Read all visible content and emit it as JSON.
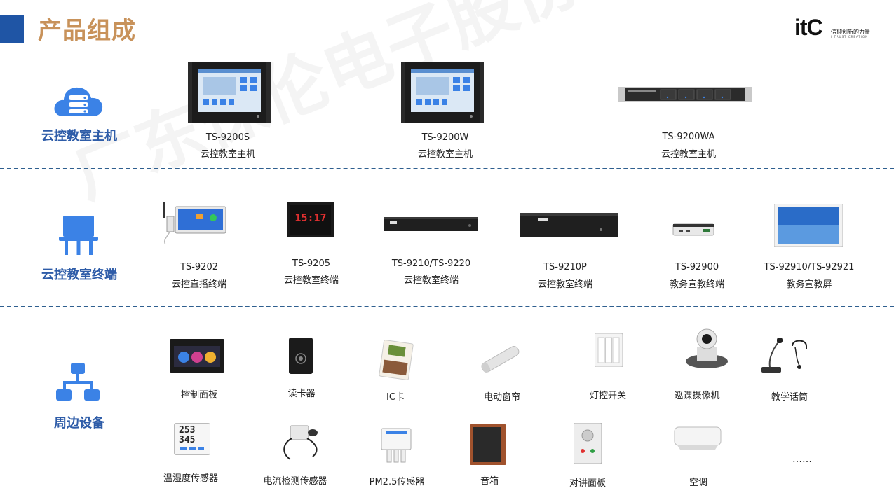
{
  "header": {
    "title": "产品组成",
    "logo_mark": "itC",
    "logo_tagline": "信仰创新的力量",
    "logo_sub": "I TRUST CREATION"
  },
  "watermark": "广东保伦电子股份有限公司",
  "colors": {
    "accent_blue": "#1f55a5",
    "title_gold": "#c8925a",
    "label_blue": "#2e5ca8",
    "icon_blue": "#3b82e6"
  },
  "sections": {
    "host": {
      "label": "云控教室主机",
      "icon": "cloud-server-icon",
      "products": [
        {
          "model": "TS-9200S",
          "desc": "云控教室主机"
        },
        {
          "model": "TS-9200W",
          "desc": "云控教室主机"
        },
        {
          "model": "TS-9200WA",
          "desc": "云控教室主机"
        }
      ]
    },
    "terminal": {
      "label": "云控教室终端",
      "icon": "terminal-plug-icon",
      "products": [
        {
          "model": "TS-9202",
          "desc": "云控直播终端"
        },
        {
          "model": "TS-9205",
          "desc": "云控教室终端",
          "screen": "15:17"
        },
        {
          "model": "TS-9210/TS-9220",
          "desc": "云控教室终端"
        },
        {
          "model": "TS-9210P",
          "desc": "云控教室终端"
        },
        {
          "model": "TS-92900",
          "desc": "教务宣教终端"
        },
        {
          "model": "TS-92910/TS-92921",
          "desc": "教务宣教屏"
        }
      ]
    },
    "peripheral": {
      "label": "周边设备",
      "icon": "network-tree-icon",
      "devices_row1": [
        "控制面板",
        "读卡器",
        "IC卡",
        "电动窗帘",
        "灯控开关",
        "巡课摄像机",
        "教学话筒"
      ],
      "devices_row2": [
        "温湿度传感器",
        "电流检测传感器",
        "PM2.5传感器",
        "音箱",
        "对讲面板",
        "空调",
        "……"
      ],
      "sensor_readings": [
        "253",
        "345"
      ]
    }
  }
}
